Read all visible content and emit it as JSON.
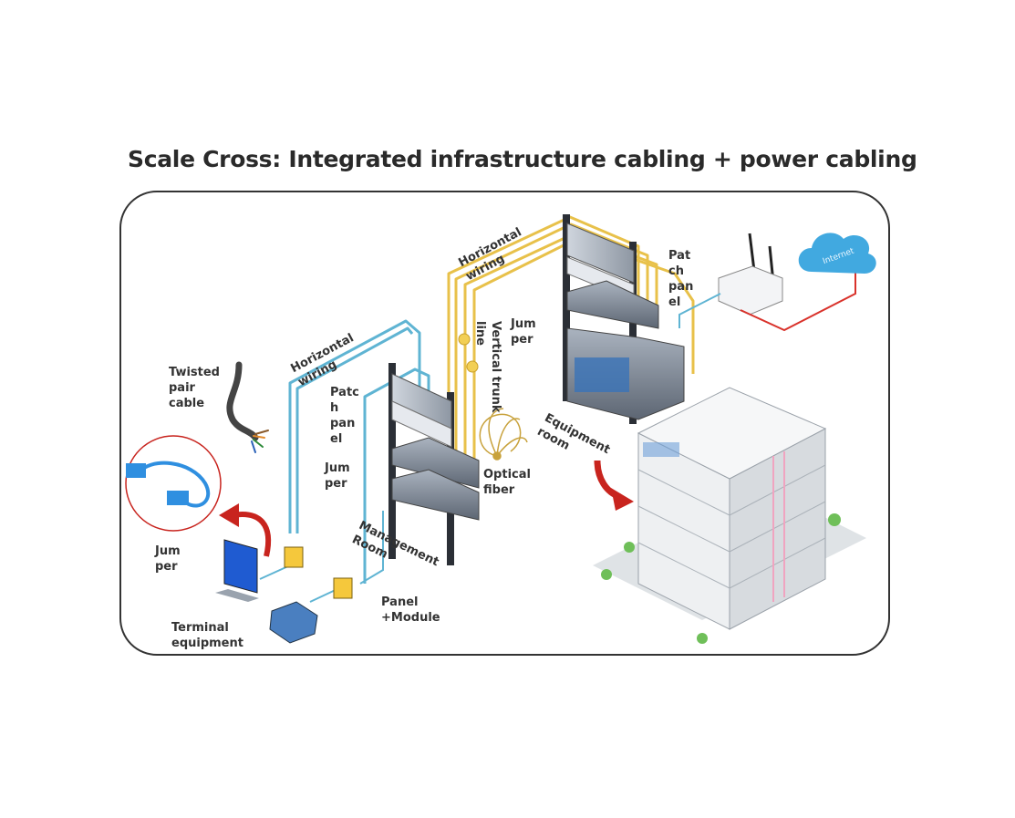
{
  "title": "Scale Cross: Integrated infrastructure cabling + power cabling",
  "labels": {
    "twisted_pair": "Twisted\npair\ncable",
    "jumper_left": "Jum\nper",
    "terminal": "Terminal\nequipment",
    "panel_module": "Panel\n+Module",
    "management_room": "Management\nRoom",
    "horizontal_wiring_left": "Horizontal\nwiring",
    "patch_panel_mid": "Patc\nh\npan\nel",
    "jumper_mid": "Jum\nper",
    "optical_fiber": "Optical\nfiber",
    "vertical_trunk": "Vertical trunk\nline",
    "horizontal_wiring_right": "Horizontal\nwiring",
    "jumper_right": "Jum\nper",
    "patch_panel_right": "Pat\nch\npan\nel",
    "equipment_room": "Equipment\nroom",
    "cloud": "Internet"
  },
  "colors": {
    "frame": "#333333",
    "cable_blue": "#5fb4d3",
    "cable_yellow": "#e8c14a",
    "cable_red": "#d9322b",
    "accent_red": "#c8241e",
    "cloud_blue": "#41a9e0"
  }
}
